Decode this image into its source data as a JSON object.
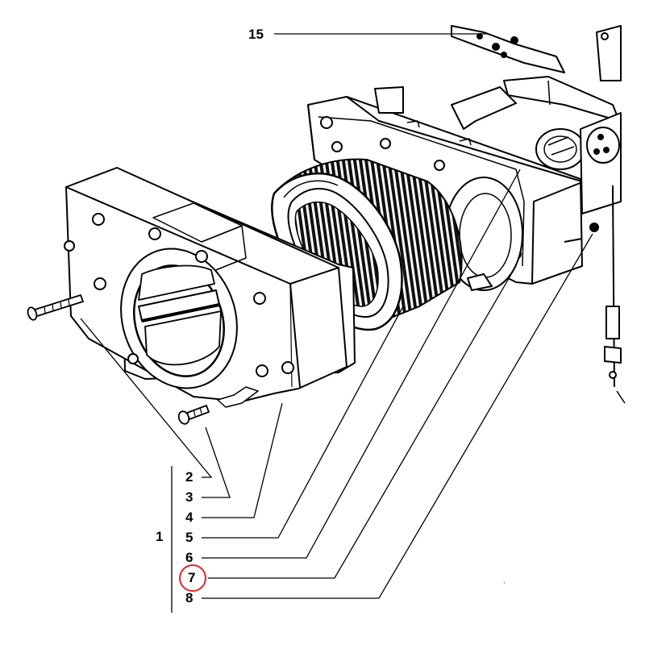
{
  "callouts": {
    "group_1": "1",
    "c2": "2",
    "c3": "3",
    "c4": "4",
    "c5": "5",
    "c6": "6",
    "c7": "7",
    "c8": "8",
    "c15": "15"
  },
  "highlight": {
    "target": "7",
    "color": "#e1262c"
  }
}
